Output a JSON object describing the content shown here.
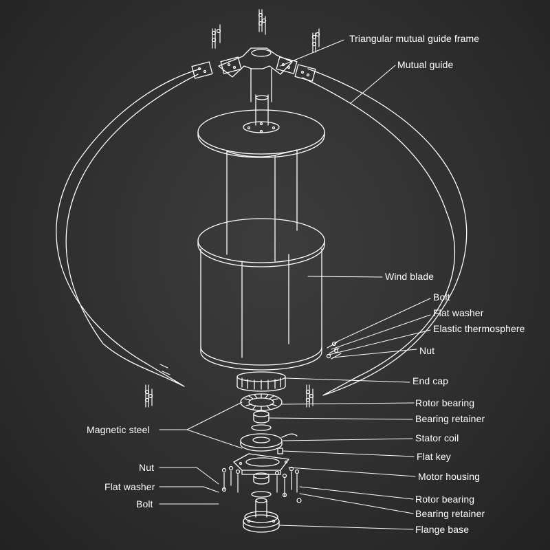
{
  "labels": {
    "triangular_mutual_guide_frame": "Triangular mutual guide frame",
    "mutual_guide": "Mutual guide",
    "wind_blade": "Wind blade",
    "bolt_right": "Bolt",
    "flat_washer_right": "Flat washer",
    "elastic_thermosphere": "Elastic thermosphere",
    "nut_right": "Nut",
    "end_cap": "End cap",
    "rotor_bearing_top": "Rotor bearing",
    "bearing_retainer_top": "Bearing retainer",
    "stator_coil": "Stator coil",
    "flat_key": "Flat key",
    "motor_housing": "Motor housing",
    "rotor_bearing_bottom": "Rotor bearing",
    "bearing_retainer_bottom": "Bearing retainer",
    "flange_base": "Flange base",
    "magnetic_steel": "Magnetic steel",
    "nut_left": "Nut",
    "flat_washer_left": "Flat washer",
    "bolt_left": "Bolt"
  },
  "colors": {
    "background": "#2f2f2f",
    "line": "#ffffff",
    "text": "#ffffff"
  }
}
